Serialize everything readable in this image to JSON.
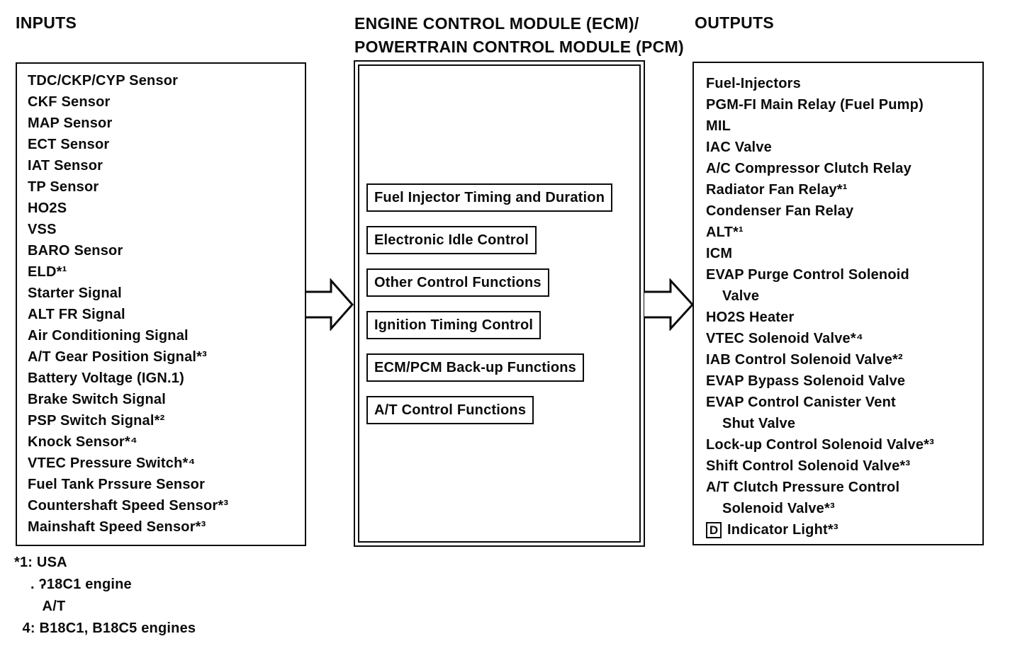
{
  "headers": {
    "inputs": "INPUTS",
    "ecm": "ENGINE CONTROL MODULE (ECM)/\nPOWERTRAIN CONTROL MODULE (PCM)",
    "outputs": "OUTPUTS"
  },
  "inputs": {
    "items": [
      "TDC/CKP/CYP Sensor",
      "CKF Sensor",
      "MAP Sensor",
      "ECT Sensor",
      "IAT Sensor",
      "TP Sensor",
      "HO2S",
      "VSS",
      "BARO Sensor",
      "ELD*¹",
      "Starter Signal",
      "ALT FR Signal",
      "Air Conditioning Signal",
      "A/T Gear Position Signal*³",
      "Battery Voltage (IGN.1)",
      "Brake Switch Signal",
      "PSP Switch Signal*²",
      "Knock Sensor*⁴",
      "VTEC Pressure Switch*⁴",
      "Fuel Tank Prssure Sensor",
      "Countershaft Speed Sensor*³",
      "Mainshaft Speed Sensor*³"
    ]
  },
  "ecm": {
    "functions": [
      "Fuel Injector Timing and Duration",
      "Electronic Idle Control",
      "Other Control Functions",
      "Ignition Timing Control",
      "ECM/PCM Back-up Functions",
      "A/T Control Functions"
    ]
  },
  "outputs": {
    "lines": [
      "Fuel-Injectors",
      "PGM-FI Main Relay (Fuel Pump)",
      "MIL",
      "IAC Valve",
      "A/C Compressor Clutch Relay",
      "Radiator Fan Relay*¹",
      "Condenser Fan Relay",
      "ALT*¹",
      "ICM",
      "EVAP Purge Control Solenoid",
      "    Valve",
      "HO2S Heater",
      "VTEC Solenoid Valve*⁴",
      "IAB Control Solenoid Valve*²",
      "EVAP Bypass Solenoid Valve",
      "EVAP Control Canister Vent",
      "    Shut Valve",
      "Lock-up Control Solenoid Valve*³",
      "Shift Control Solenoid Valve*³",
      "A/T Clutch Pressure Control",
      "    Solenoid Valve*³"
    ],
    "indicator": {
      "badge": "D",
      "label": "Indicator Light*³"
    }
  },
  "footnotes": {
    "lines": [
      "*1: USA",
      "    . ʔ18C1 engine",
      "       A/T",
      "  4: B18C1, B18C5 engines"
    ]
  },
  "colors": {
    "ink": "#0b0b0b",
    "paper": "#ffffff"
  }
}
